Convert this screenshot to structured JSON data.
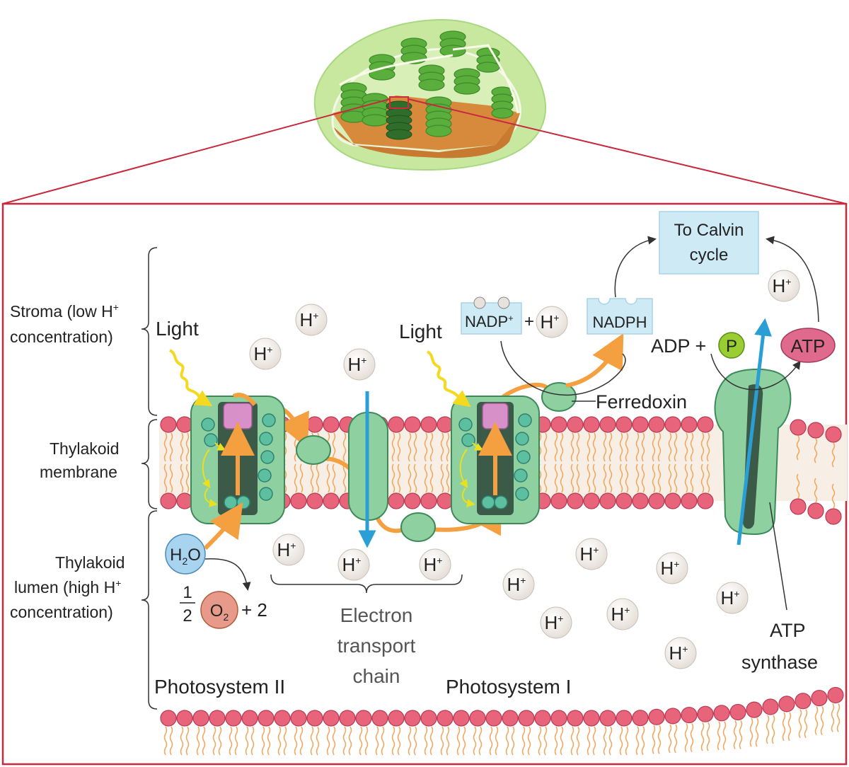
{
  "labels": {
    "stroma_line1": "Stroma (low H",
    "stroma_line1_sup": "+",
    "stroma_line2": "concentration)",
    "thylakoid_membrane_line1": "Thylakoid",
    "thylakoid_membrane_line2": "membrane",
    "lumen_line1": "Thylakoid",
    "lumen_line2": "lumen (high H",
    "lumen_line2_sup": "+",
    "lumen_line3": "concentration)",
    "light_1": "Light",
    "light_2": "Light",
    "photosystem_2": "Photosystem II",
    "photosystem_1": "Photosystem I",
    "etc_line1": "Electron",
    "etc_line2": "transport",
    "etc_line3": "chain",
    "ferredoxin": "Ferredoxin",
    "atp_synthase_line1": "ATP",
    "atp_synthase_line2": "synthase",
    "calvin_line1": "To Calvin",
    "calvin_line2": "cycle",
    "nadp": "NADP",
    "nadp_sup": "+",
    "plus": "+",
    "nadph": "NADPH",
    "adp_plus": "ADP +",
    "phosphate": "P",
    "atp": "ATP",
    "h": "H",
    "h_sup": "+",
    "water_h": "H",
    "water_sub": "2",
    "water_o": "O",
    "half_num": "1",
    "half_den": "2",
    "o2_o": "O",
    "o2_sub": "2",
    "plus_two": "+ 2"
  },
  "colors": {
    "frame": "#c8283c",
    "lipid_head": "#e8647a",
    "lipid_tail": "#f0a860",
    "protein": "#8fd0a0",
    "protein_dark": "#3c6450",
    "electron_path": "#f5a040",
    "proton_path": "#2a9fd6",
    "light": "#f5d820",
    "calvin_box": "#cdeaf5",
    "phosphate": "#9acd32",
    "atp": "#e06a8e",
    "water": "#a8d4f0",
    "oxygen": "#e89a8a",
    "proton_bubble": "#efeae6"
  }
}
